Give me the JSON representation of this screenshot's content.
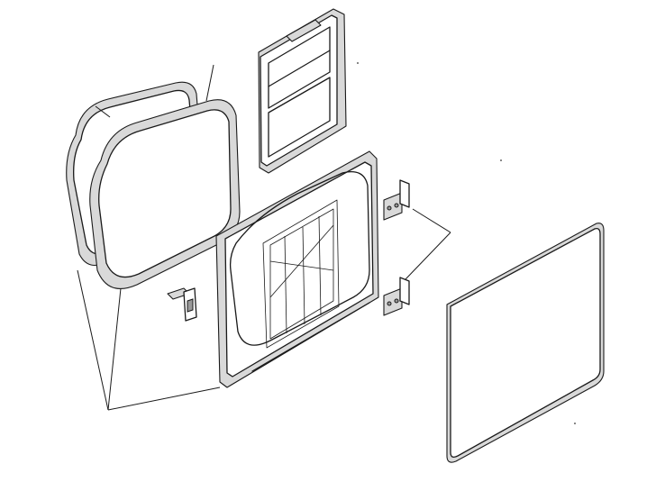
{
  "diagram": {
    "parts": [
      {
        "name": "door-gasket-outer",
        "callout": ""
      },
      {
        "name": "door-gasket-inner",
        "callout": ""
      },
      {
        "name": "lint-filter",
        "callout": ""
      },
      {
        "name": "inner-door-frame",
        "callout": ""
      },
      {
        "name": "door-hinge-upper",
        "callout": ""
      },
      {
        "name": "door-hinge-lower",
        "callout": ""
      },
      {
        "name": "door-catch",
        "callout": ""
      },
      {
        "name": "outer-door-panel",
        "callout": ""
      }
    ],
    "colors": {
      "line": "#1a1a1a",
      "shade": "#d9d9d9",
      "background": "#ffffff"
    }
  }
}
